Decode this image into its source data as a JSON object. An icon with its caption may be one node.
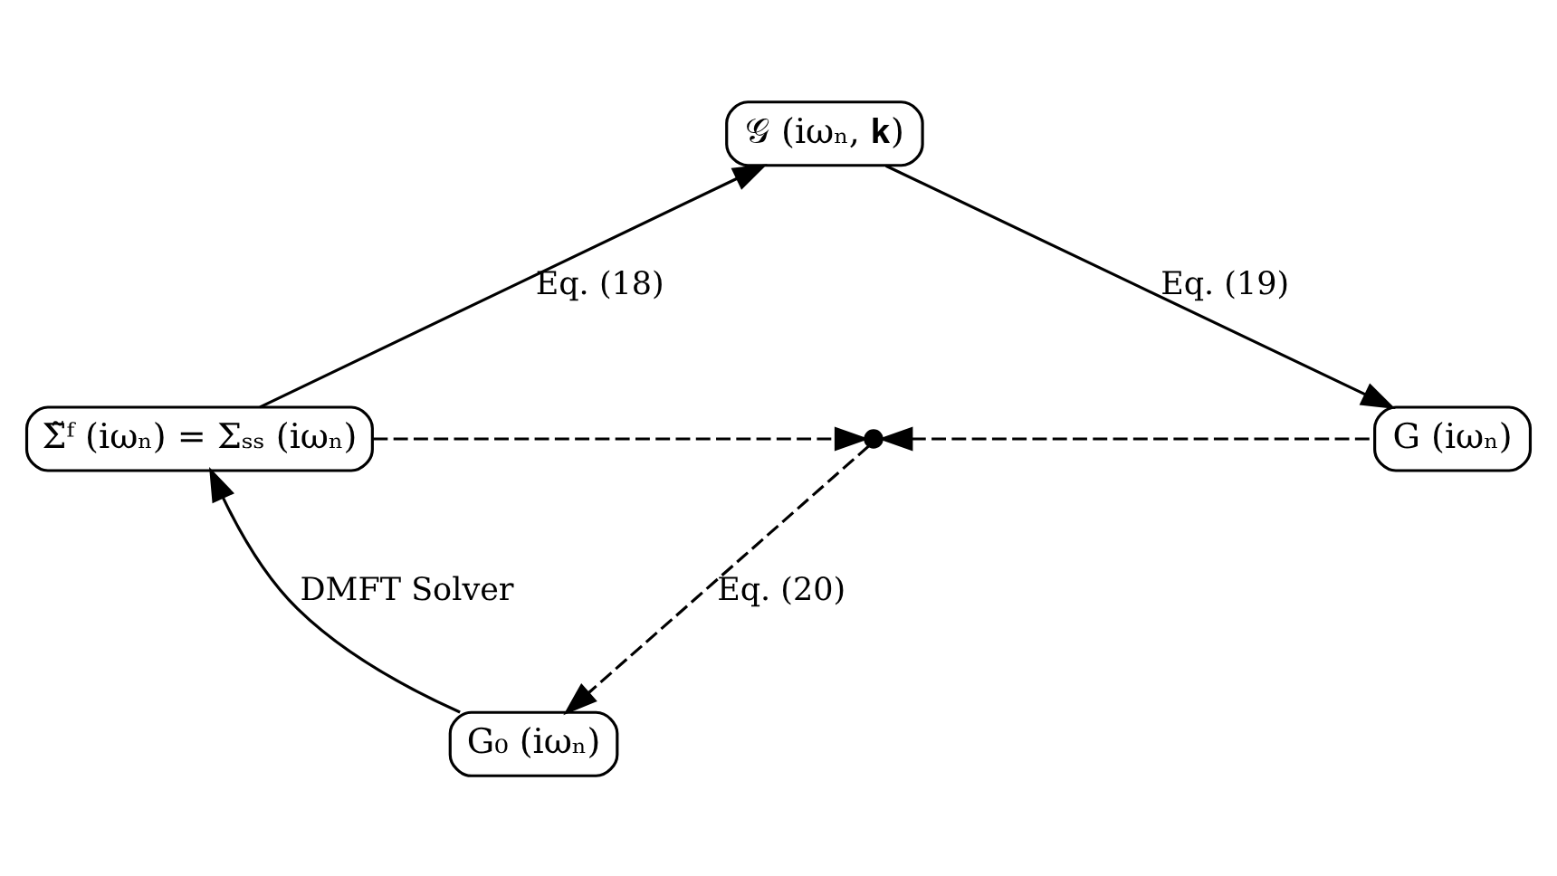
{
  "diagram": {
    "nodes": [
      {
        "text": [
          "𝒢 (iωₙ, 𝐤)"
        ]
      },
      {
        "text": [
          "Σ̃ᶠ (iωₙ) = Σₛₛ (iωₙ)"
        ]
      },
      {
        "text": [],
        "shape": "circle"
      },
      {
        "text": [
          "G (iωₙ)"
        ]
      },
      {
        "text": [
          "G₀ (iωₙ)"
        ]
      }
    ],
    "edges": [
      {
        "from": 1,
        "to": 0,
        "arrow": "to",
        "label": "Eq. (18)"
      },
      {
        "from": 0,
        "to": 3,
        "arrow": "to",
        "label": "Eq. (19)"
      },
      {
        "from": 1,
        "to": 2,
        "arrow": "to",
        "style": "dashed"
      },
      {
        "from": 3,
        "to": 2,
        "arrow": "to",
        "style": "dashed"
      },
      {
        "from": 2,
        "to": 4,
        "arrow": "to",
        "style": "dashed",
        "label": "Eq. (20)"
      },
      {
        "from": 4,
        "to": 1,
        "arrow": "to",
        "label": "DMFT Solver"
      }
    ]
  }
}
